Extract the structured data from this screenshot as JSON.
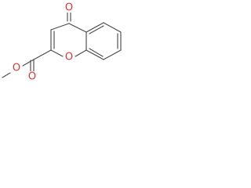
{
  "molecule": {
    "atoms": {
      "carbonyl_oxygen": "O",
      "ring_oxygen": "O",
      "ester_carbonyl_oxygen": "O",
      "ester_ether_oxygen": "O"
    },
    "colors": {
      "bond": "#4a4a4a",
      "oxygen": "#e8322f",
      "background": "#ffffff"
    }
  }
}
